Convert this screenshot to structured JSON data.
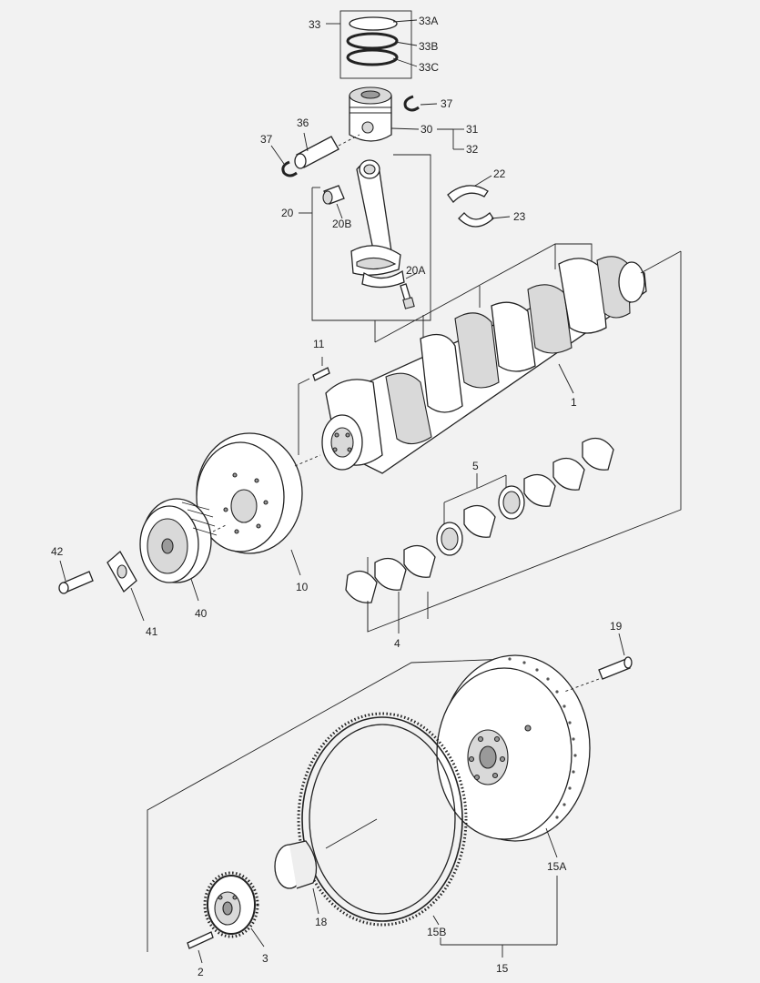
{
  "diagram": {
    "labels": {
      "l33": "33",
      "l33A": "33A",
      "l33B": "33B",
      "l33C": "33C",
      "l37a": "37",
      "l37b": "37",
      "l36": "36",
      "l30": "30",
      "l31": "31",
      "l32": "32",
      "l22": "22",
      "l23": "23",
      "l20": "20",
      "l20B": "20B",
      "l20A": "20A",
      "l11": "11",
      "l1": "1",
      "l5": "5",
      "l4": "4",
      "l10": "10",
      "l42": "42",
      "l41": "41",
      "l40": "40",
      "l19": "19",
      "l15A": "15A",
      "l15B": "15B",
      "l15": "15",
      "l18": "18",
      "l2": "2",
      "l3": "3"
    }
  }
}
